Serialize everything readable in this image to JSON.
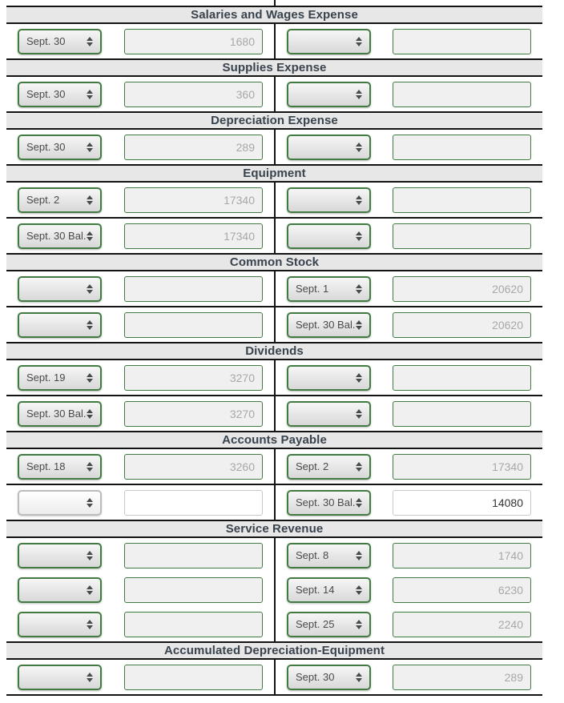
{
  "worksheet": {
    "kind": "t-accounts-ledger",
    "accounts": [
      {
        "title": "Salaries and Wages Expense",
        "rows": [
          {
            "rule_before": false,
            "left": {
              "date": "Sept. 30",
              "amount": "1680",
              "date_state": "locked",
              "amount_state": "locked"
            },
            "right": {
              "date": "",
              "amount": "",
              "date_state": "locked",
              "amount_state": "locked"
            }
          }
        ]
      },
      {
        "title": "Supplies Expense",
        "rows": [
          {
            "rule_before": false,
            "left": {
              "date": "Sept. 30",
              "amount": "360",
              "date_state": "locked",
              "amount_state": "locked"
            },
            "right": {
              "date": "",
              "amount": "",
              "date_state": "locked",
              "amount_state": "locked"
            }
          }
        ]
      },
      {
        "title": "Depreciation Expense",
        "rows": [
          {
            "rule_before": false,
            "left": {
              "date": "Sept. 30",
              "amount": "289",
              "date_state": "locked",
              "amount_state": "locked"
            },
            "right": {
              "date": "",
              "amount": "",
              "date_state": "locked",
              "amount_state": "locked"
            }
          }
        ]
      },
      {
        "title": "Equipment",
        "rows": [
          {
            "rule_before": false,
            "left": {
              "date": "Sept. 2",
              "amount": "17340",
              "date_state": "locked",
              "amount_state": "locked"
            },
            "right": {
              "date": "",
              "amount": "",
              "date_state": "locked",
              "amount_state": "locked"
            }
          },
          {
            "rule_before": true,
            "left": {
              "date": "Sept. 30 Bal.",
              "amount": "17340",
              "date_state": "locked",
              "amount_state": "locked"
            },
            "right": {
              "date": "",
              "amount": "",
              "date_state": "locked",
              "amount_state": "locked"
            }
          }
        ]
      },
      {
        "title": "Common Stock",
        "rows": [
          {
            "rule_before": false,
            "left": {
              "date": "",
              "amount": "",
              "date_state": "locked",
              "amount_state": "locked"
            },
            "right": {
              "date": "Sept. 1",
              "amount": "20620",
              "date_state": "locked",
              "amount_state": "locked"
            }
          },
          {
            "rule_before": true,
            "left": {
              "date": "",
              "amount": "",
              "date_state": "locked",
              "amount_state": "locked"
            },
            "right": {
              "date": "Sept. 30 Bal.",
              "amount": "20620",
              "date_state": "locked",
              "amount_state": "locked"
            }
          }
        ]
      },
      {
        "title": "Dividends",
        "rows": [
          {
            "rule_before": false,
            "left": {
              "date": "Sept. 19",
              "amount": "3270",
              "date_state": "locked",
              "amount_state": "locked"
            },
            "right": {
              "date": "",
              "amount": "",
              "date_state": "locked",
              "amount_state": "locked"
            }
          },
          {
            "rule_before": true,
            "left": {
              "date": "Sept. 30 Bal.",
              "amount": "3270",
              "date_state": "locked",
              "amount_state": "locked"
            },
            "right": {
              "date": "",
              "amount": "",
              "date_state": "locked",
              "amount_state": "locked"
            }
          }
        ]
      },
      {
        "title": "Accounts Payable",
        "rows": [
          {
            "rule_before": false,
            "left": {
              "date": "Sept. 18",
              "amount": "3260",
              "date_state": "locked",
              "amount_state": "locked"
            },
            "right": {
              "date": "Sept. 2",
              "amount": "17340",
              "date_state": "locked",
              "amount_state": "locked"
            }
          },
          {
            "rule_before": true,
            "left": {
              "date": "",
              "amount": "",
              "date_state": "active",
              "amount_state": "active"
            },
            "right": {
              "date": "Sept. 30 Bal.",
              "amount": "14080",
              "date_state": "locked",
              "amount_state": "active"
            }
          }
        ]
      },
      {
        "title": "Service Revenue",
        "rows": [
          {
            "rule_before": false,
            "left": {
              "date": "",
              "amount": "",
              "date_state": "locked",
              "amount_state": "locked"
            },
            "right": {
              "date": "Sept. 8",
              "amount": "1740",
              "date_state": "locked",
              "amount_state": "locked"
            }
          },
          {
            "rule_before": false,
            "left": {
              "date": "",
              "amount": "",
              "date_state": "locked",
              "amount_state": "locked"
            },
            "right": {
              "date": "Sept. 14",
              "amount": "6230",
              "date_state": "locked",
              "amount_state": "locked"
            }
          },
          {
            "rule_before": false,
            "left": {
              "date": "",
              "amount": "",
              "date_state": "locked",
              "amount_state": "locked"
            },
            "right": {
              "date": "Sept. 25",
              "amount": "2240",
              "date_state": "locked",
              "amount_state": "locked"
            }
          }
        ]
      },
      {
        "title": "Accumulated Depreciation-Equipment",
        "rows": [
          {
            "rule_before": false,
            "left": {
              "date": "",
              "amount": "",
              "date_state": "locked",
              "amount_state": "locked"
            },
            "right": {
              "date": "Sept. 30",
              "amount": "289",
              "date_state": "locked",
              "amount_state": "locked"
            }
          }
        ]
      }
    ]
  },
  "icons": {
    "date_select_arrow": "up-down-triangles-spinner"
  },
  "colors": {
    "header_bg": "#e7e7e7",
    "header_text": "#39434e",
    "border_black": "#131313",
    "locked_border_green": "#417b41",
    "locked_fill": "#f0f0f0",
    "locked_text": "#a8a8a8",
    "active_border": "#c9c9c9",
    "active_text": "#333333"
  }
}
